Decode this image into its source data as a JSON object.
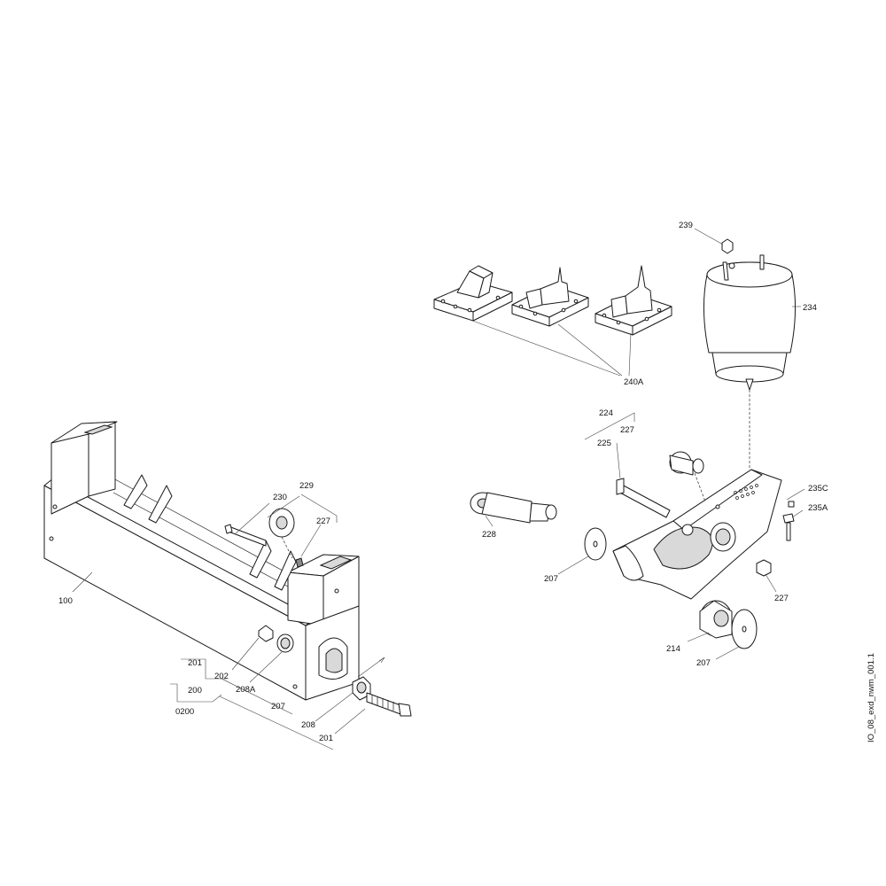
{
  "labels": {
    "l100": "100",
    "l201a": "201",
    "l200": "200",
    "l0200": "0200",
    "l202": "202",
    "l208A": "208A",
    "l207a": "207",
    "l208": "208",
    "l201b": "201",
    "l229": "229",
    "l230": "230",
    "l227a": "227",
    "l239": "239",
    "l234": "234",
    "l240A": "240A",
    "l224": "224",
    "l227b": "227",
    "l225": "225",
    "l228": "228",
    "l235C": "235C",
    "l235A": "235A",
    "l207b": "207",
    "l227c": "227",
    "l214": "214",
    "l207c": "207"
  },
  "drawing_code": "IO_08_exd_nwm_001.1"
}
